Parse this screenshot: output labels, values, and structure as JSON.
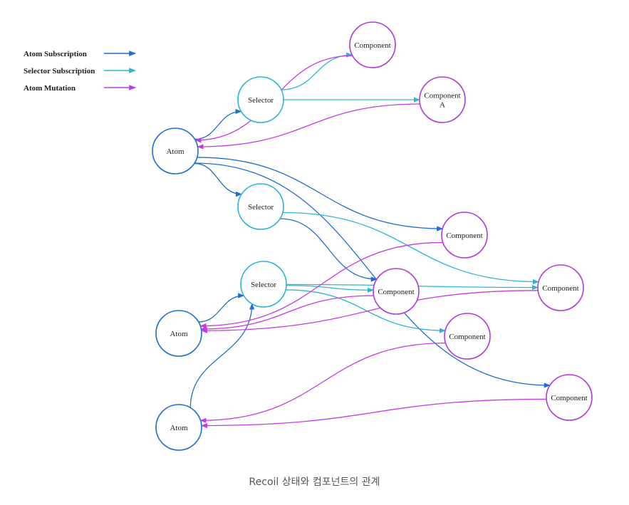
{
  "colors": {
    "atom_subscription": "#1f6fd1",
    "selector_subscription": "#2fb5d3",
    "atom_mutation": "#c43be2",
    "atom_node": "#1f6fd1",
    "selector_node": "#2fb5d3",
    "component_node": "#b03bdd"
  },
  "legend": [
    {
      "label": "Atom Subscription",
      "kind": "atom_subscription"
    },
    {
      "label": "Selector Subscription",
      "kind": "selector_subscription"
    },
    {
      "label": "Atom Mutation",
      "kind": "atom_mutation"
    }
  ],
  "nodes": [
    {
      "id": "atom1",
      "type": "atom",
      "label": [
        "Atom"
      ]
    },
    {
      "id": "atom2",
      "type": "atom",
      "label": [
        "Atom"
      ]
    },
    {
      "id": "atom3",
      "type": "atom",
      "label": [
        "Atom"
      ]
    },
    {
      "id": "sel1",
      "type": "selector",
      "label": [
        "Selector"
      ]
    },
    {
      "id": "sel2",
      "type": "selector",
      "label": [
        "Selector"
      ]
    },
    {
      "id": "sel3",
      "type": "selector",
      "label": [
        "Selector"
      ]
    },
    {
      "id": "comp1",
      "type": "component",
      "label": [
        "Component"
      ]
    },
    {
      "id": "compA",
      "type": "component",
      "label": [
        "Component",
        "A"
      ]
    },
    {
      "id": "comp3",
      "type": "component",
      "label": [
        "Component"
      ]
    },
    {
      "id": "comp4",
      "type": "component",
      "label": [
        "Component"
      ]
    },
    {
      "id": "comp5",
      "type": "component",
      "label": [
        "Component"
      ]
    },
    {
      "id": "comp6",
      "type": "component",
      "label": [
        "Component"
      ]
    },
    {
      "id": "comp7",
      "type": "component",
      "label": [
        "Component"
      ]
    }
  ],
  "edges": [
    {
      "from": "atom1",
      "to": "sel1",
      "kind": "atom_subscription"
    },
    {
      "from": "atom1",
      "to": "sel2",
      "kind": "atom_subscription"
    },
    {
      "from": "atom1",
      "to": "comp3",
      "kind": "atom_subscription"
    },
    {
      "from": "atom1",
      "to": "comp7",
      "kind": "atom_subscription"
    },
    {
      "from": "sel2",
      "to": "comp4",
      "kind": "atom_subscription"
    },
    {
      "from": "atom2",
      "to": "sel3",
      "kind": "atom_subscription"
    },
    {
      "from": "atom3",
      "to": "sel3",
      "kind": "atom_subscription"
    },
    {
      "from": "sel1",
      "to": "comp1",
      "kind": "selector_subscription"
    },
    {
      "from": "sel1",
      "to": "compA",
      "kind": "selector_subscription"
    },
    {
      "from": "sel2",
      "to": "comp5",
      "kind": "selector_subscription"
    },
    {
      "from": "sel3",
      "to": "comp4",
      "kind": "selector_subscription"
    },
    {
      "from": "sel3",
      "to": "comp5",
      "kind": "selector_subscription"
    },
    {
      "from": "sel3",
      "to": "comp6",
      "kind": "selector_subscription"
    },
    {
      "from": "comp1",
      "to": "atom1",
      "kind": "atom_mutation"
    },
    {
      "from": "compA",
      "to": "atom1",
      "kind": "atom_mutation"
    },
    {
      "from": "comp3",
      "to": "atom2",
      "kind": "atom_mutation"
    },
    {
      "from": "comp4",
      "to": "atom2",
      "kind": "atom_mutation"
    },
    {
      "from": "comp5",
      "to": "atom2",
      "kind": "atom_mutation"
    },
    {
      "from": "comp6",
      "to": "atom3",
      "kind": "atom_mutation"
    },
    {
      "from": "comp7",
      "to": "atom3",
      "kind": "atom_mutation"
    }
  ],
  "caption": "Recoil 상태와 컴포넌트의 관계"
}
